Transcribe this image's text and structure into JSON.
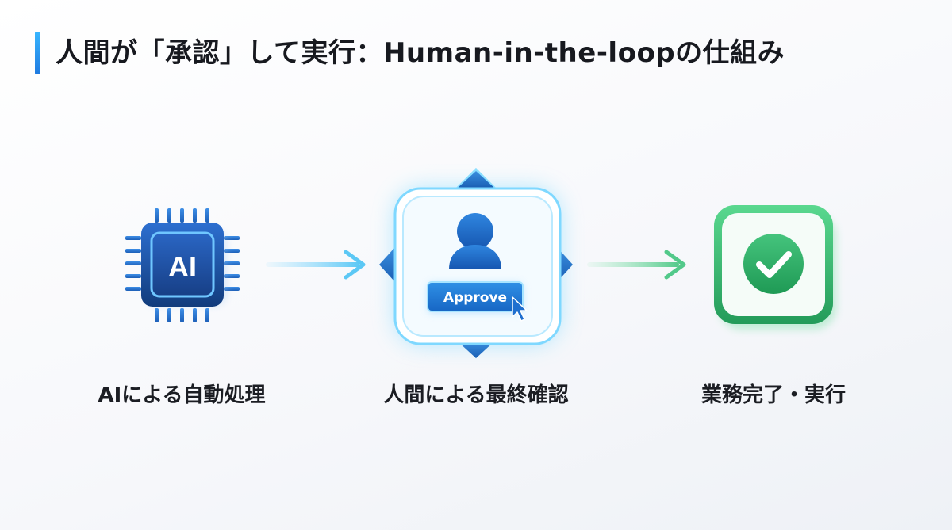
{
  "title": "人間が「承認」して実行：Human-in-the-loopの仕組み",
  "steps": [
    {
      "label": "AIによる自動処理",
      "icon": "ai-chip-icon",
      "chip_text": "AI"
    },
    {
      "label": "人間による最終確認",
      "icon": "person-icon",
      "button_text": "Approve"
    },
    {
      "label": "業務完了・実行",
      "icon": "checkmark-icon"
    }
  ],
  "colors": {
    "accent_blue": "#1f7ae0",
    "chip_dark": "#14407f",
    "glow_cyan": "#5fd0ff",
    "success_green": "#2fb36a",
    "text": "#17191f"
  }
}
